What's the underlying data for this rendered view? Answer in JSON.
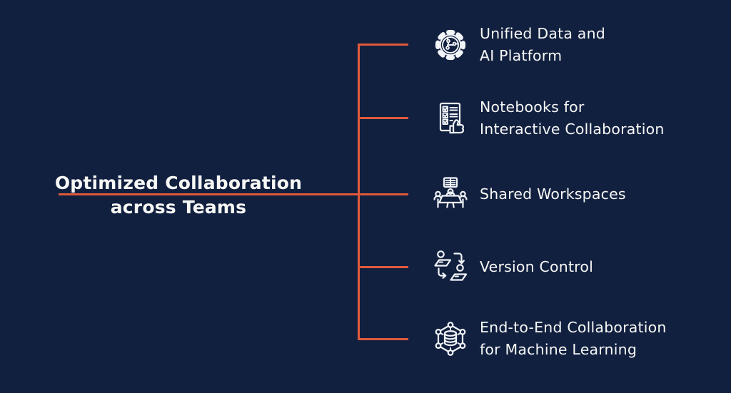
{
  "diagram": {
    "title": {
      "line1": "Optimized Collaboration",
      "line2": "across Teams"
    },
    "items": [
      {
        "icon": "ai-platform-gear-icon",
        "label": "Unified Data and\nAI Platform"
      },
      {
        "icon": "notebook-checklist-icon",
        "label": "Notebooks for\nInteractive Collaboration"
      },
      {
        "icon": "shared-workspace-table-icon",
        "label": "Shared Workspaces"
      },
      {
        "icon": "version-control-sync-icon",
        "label": "Version Control"
      },
      {
        "icon": "ml-collaboration-network-icon",
        "label": "End-to-End Collaboration\nfor Machine Learning"
      }
    ],
    "colors": {
      "background": "#122040",
      "connector": "#E05A3A",
      "text": "#F7F8F5"
    }
  }
}
